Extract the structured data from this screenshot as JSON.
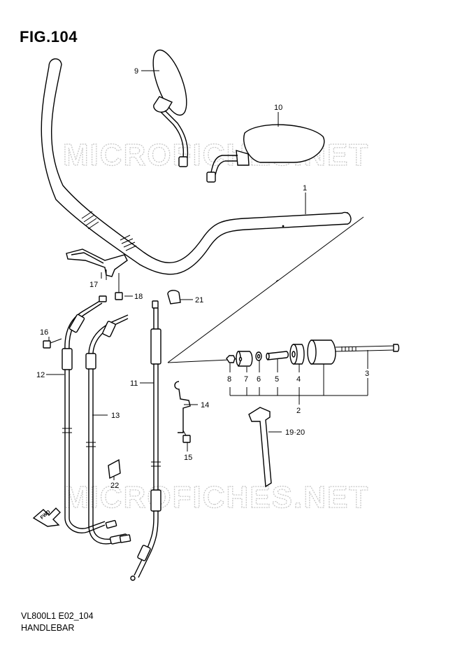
{
  "figure": {
    "title": "FIG.104",
    "model_code": "VL800L1 E02_104",
    "name": "HANDLEBAR"
  },
  "watermark": "MICROFICHES.NET",
  "direction_label": "FWD",
  "callouts": {
    "p1": "1",
    "p2": "2",
    "p3": "3",
    "p4": "4",
    "p5": "5",
    "p6": "6",
    "p7": "7",
    "p8": "8",
    "p9": "9",
    "p10": "10",
    "p11": "11",
    "p12": "12",
    "p13": "13",
    "p14": "14",
    "p15": "15",
    "p16": "16",
    "p17": "17",
    "p18": "18",
    "p19_20": "19·20",
    "p21": "21",
    "p22": "22"
  }
}
